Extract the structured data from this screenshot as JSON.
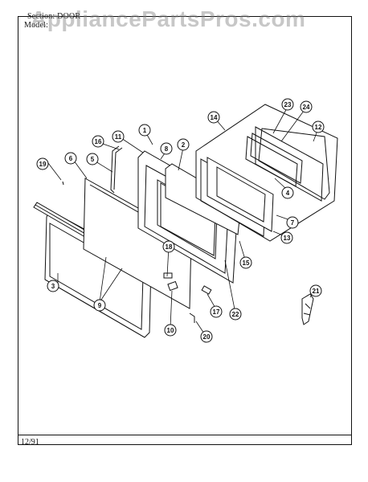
{
  "header": {
    "section_label": "Section: DOOR",
    "model_label": "Model:"
  },
  "footer": {
    "date": "12/91"
  },
  "watermark": "AppliancePartsPros.com",
  "callouts": [
    "1",
    "2",
    "3",
    "4",
    "5",
    "6",
    "7",
    "8",
    "9",
    "10",
    "11",
    "12",
    "13",
    "14",
    "15",
    "16",
    "17",
    "18",
    "19",
    "20",
    "21",
    "22",
    "23",
    "24"
  ]
}
